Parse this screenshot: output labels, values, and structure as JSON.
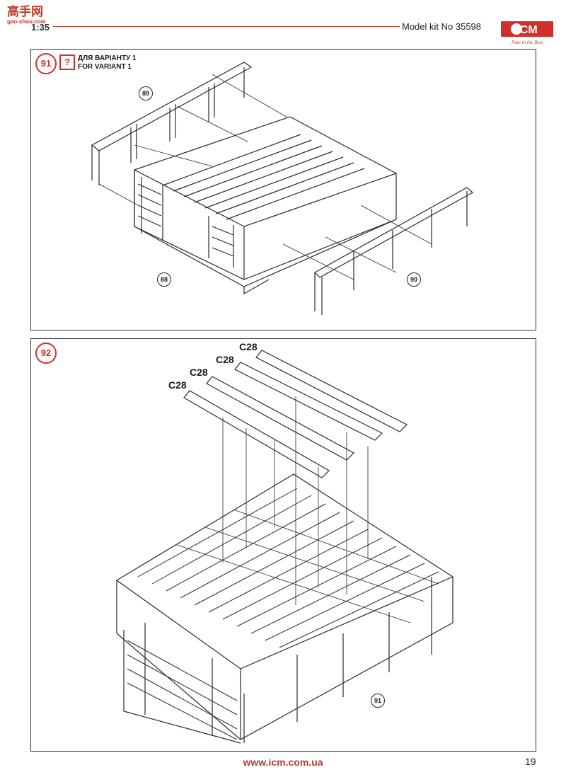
{
  "header": {
    "watermark_cn": "高手网",
    "watermark_url": "gao-shou.com",
    "scale": "1:35",
    "kit_number": "Model kit No 35598",
    "logo_text": "ICM",
    "logo_tagline": "Note in the Best"
  },
  "step91": {
    "number": "91",
    "hint": "?",
    "variant_ua": "ДЛЯ ВАРІАНТУ 1",
    "variant_en": "FOR VARIANT 1",
    "callouts": [
      "89",
      "88",
      "90"
    ]
  },
  "step92": {
    "number": "92",
    "parts": [
      "C28",
      "C28",
      "C28",
      "C28"
    ],
    "callout": "91"
  },
  "footer": {
    "url": "www.icm.com.ua",
    "page": "19"
  },
  "colors": {
    "accent": "#d0302c",
    "line": "#2a2a2a"
  }
}
